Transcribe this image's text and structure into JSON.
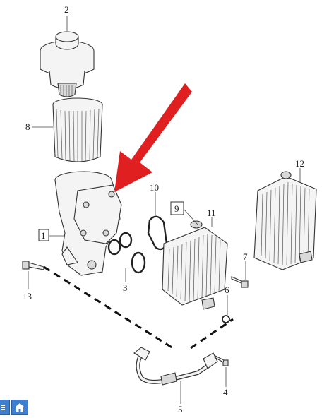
{
  "diagram": {
    "callouts": {
      "c1": "1",
      "c2": "2",
      "c3": "3",
      "c4": "4",
      "c5": "5",
      "c6": "6",
      "c7": "7",
      "c8": "8",
      "c9": "9",
      "c10": "10",
      "c11": "11",
      "c12": "12",
      "c13": "13"
    },
    "arrow_color": "#e02020"
  },
  "nav": {
    "buttons": [
      {
        "icon": "menu-icon"
      },
      {
        "icon": "home-icon"
      }
    ],
    "button_color": "#3f7fd0"
  }
}
